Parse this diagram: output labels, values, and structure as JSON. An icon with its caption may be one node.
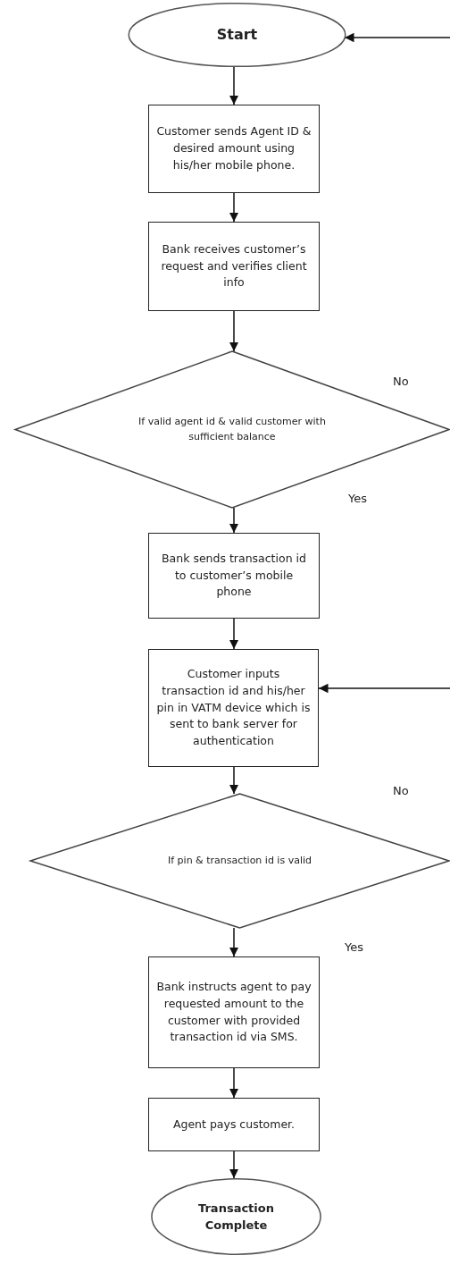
{
  "diagram": {
    "nodes": [
      {
        "text": [
          "Start"
        ]
      },
      {
        "text": [
          "Customer sends Agent ID & desired amount using his/her mobile phone."
        ]
      },
      {
        "text": [
          "Bank receives customer’s request and verifies client info"
        ]
      },
      {
        "text": [
          "If valid agent id & valid customer with sufficient balance"
        ]
      },
      {
        "text": [
          "Bank sends transaction id to customer’s mobile phone"
        ]
      },
      {
        "text": [
          "Customer inputs transaction id and his/her pin in VATM device which is sent to bank server for authentication"
        ]
      },
      {
        "text": [
          "If pin & transaction id is valid"
        ]
      },
      {
        "text": [
          "Bank instructs agent to pay requested amount to the customer with provided transaction id via SMS."
        ]
      },
      {
        "text": [
          "Agent pays customer."
        ]
      },
      {
        "text": [
          "Transaction Complete"
        ]
      }
    ],
    "edges": [
      {
        "from": 0,
        "to": 1,
        "arrow": "to"
      },
      {
        "from": 1,
        "to": 2,
        "arrow": "to"
      },
      {
        "from": 2,
        "to": 3,
        "arrow": "to"
      },
      {
        "from": 3,
        "to": 4,
        "arrow": "to"
      },
      {
        "from": 4,
        "to": 5,
        "arrow": "to"
      },
      {
        "from": 5,
        "to": 6,
        "arrow": "to"
      },
      {
        "from": 6,
        "to": 7,
        "arrow": "to"
      },
      {
        "from": 7,
        "to": 8,
        "arrow": "to"
      },
      {
        "from": 8,
        "to": 9,
        "arrow": "to"
      },
      {
        "from": null,
        "to": 0,
        "arrow": "to"
      },
      {
        "from": null,
        "to": 5,
        "arrow": "to"
      }
    ],
    "labels": [
      "No",
      "Yes",
      "No",
      "Yes"
    ]
  }
}
